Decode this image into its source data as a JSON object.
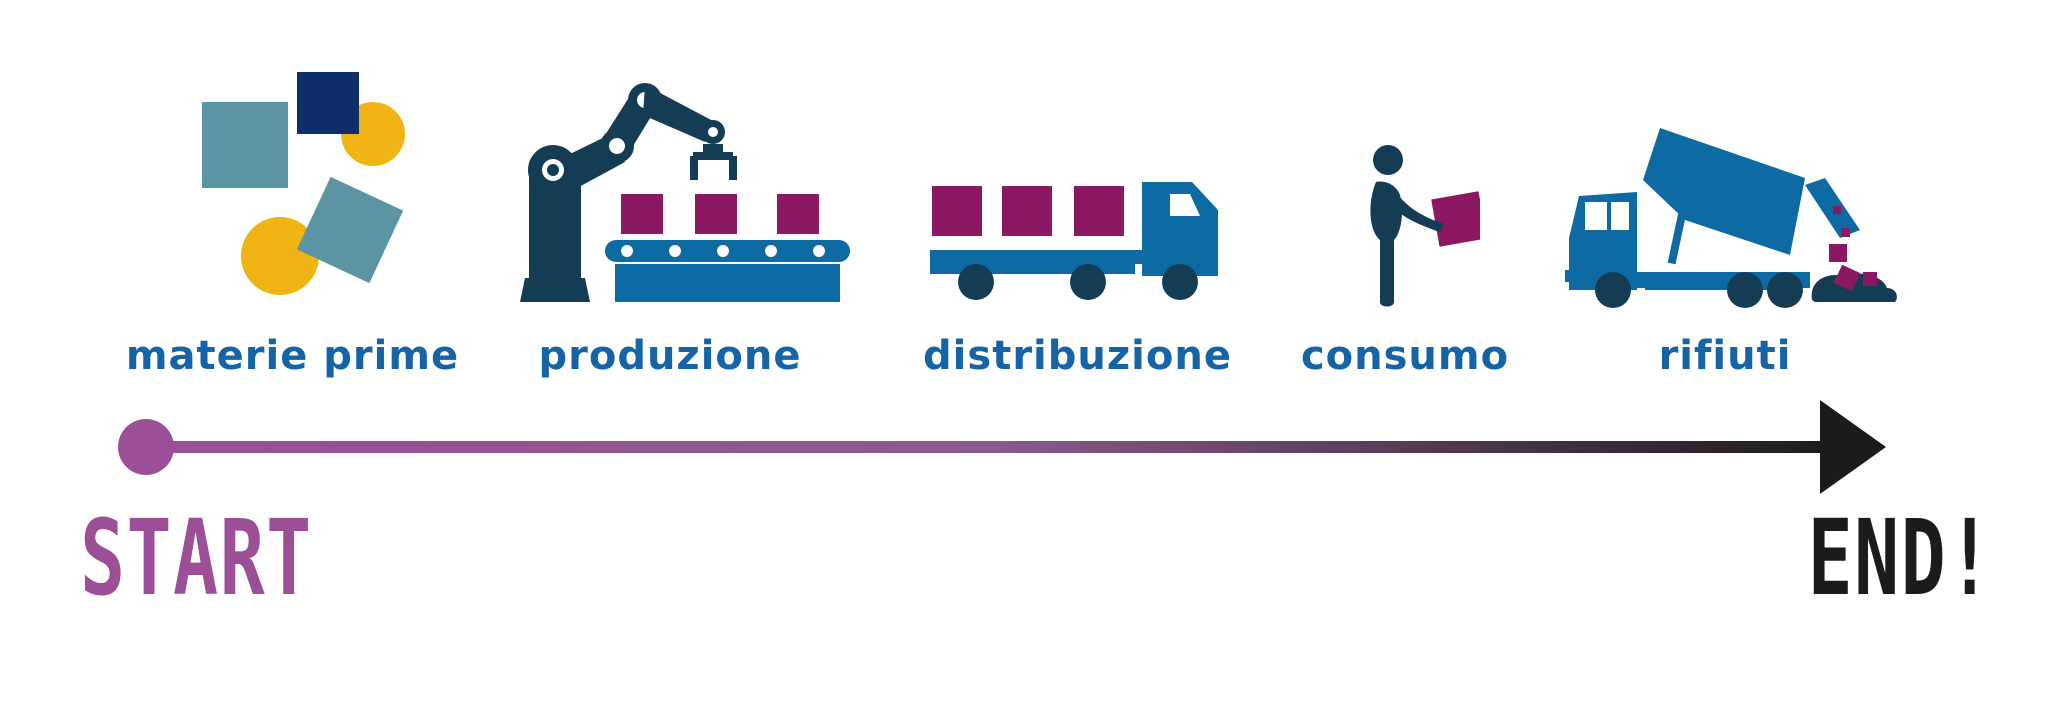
{
  "colors": {
    "steel": "#5b94a2",
    "navy": "#0e2f6a",
    "yellow": "#f0b514",
    "dark_teal": "#143d55",
    "blue": "#0e6aa3",
    "magenta": "#8c1763",
    "label_blue": "#1564a8",
    "start_purple": "#9b4f96",
    "end_black": "#1b1b1b"
  },
  "steps": [
    {
      "label": "materie prime",
      "icon": "raw-materials-shapes-icon"
    },
    {
      "label": "produzione",
      "icon": "robot-arm-conveyor-icon"
    },
    {
      "label": "distribuzione",
      "icon": "delivery-truck-icon"
    },
    {
      "label": "consumo",
      "icon": "person-carrying-box-icon"
    },
    {
      "label": "rifiuti",
      "icon": "dump-truck-icon"
    }
  ],
  "timeline": {
    "start_label": "START",
    "end_label": "END!"
  }
}
